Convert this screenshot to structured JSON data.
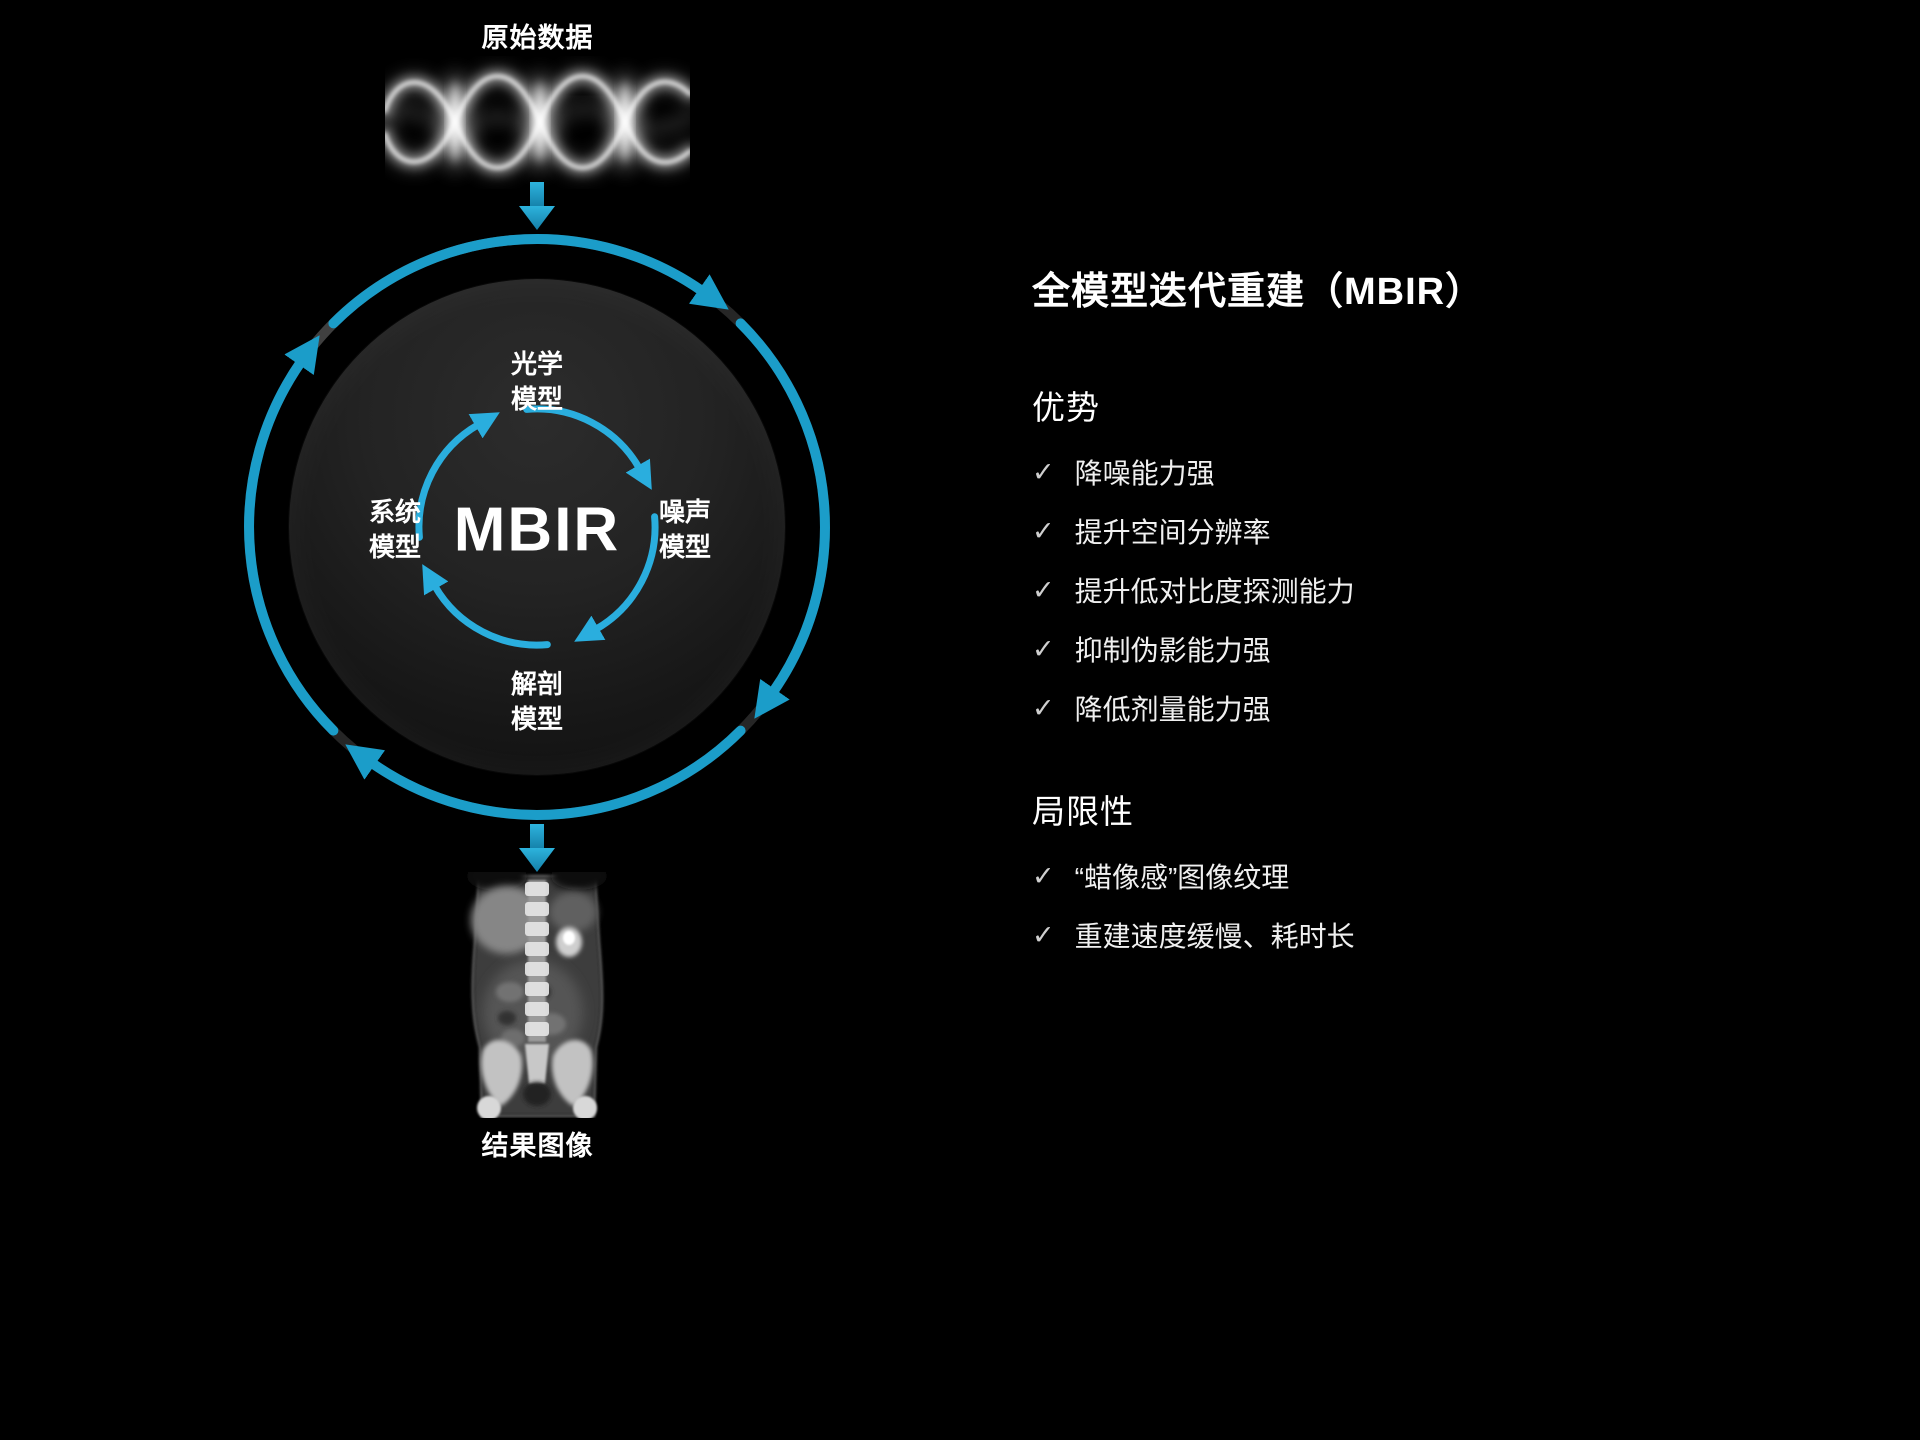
{
  "colors": {
    "background": "#000000",
    "accent": "#1b9dc9",
    "accent_light": "#2aaede",
    "text": "#f2f2f2",
    "check": "#cfcfcf"
  },
  "icons": {
    "check": "✓"
  },
  "diagram": {
    "raw_data_label": "原始数据",
    "result_label": "结果图像",
    "center_label": "MBIR",
    "models": {
      "top": [
        "光学",
        "模型"
      ],
      "right": [
        "噪声",
        "模型"
      ],
      "bottom": [
        "解剖",
        "模型"
      ],
      "left": [
        "系统",
        "模型"
      ]
    }
  },
  "panel": {
    "title": "全模型迭代重建（MBIR）",
    "advantages_heading": "优势",
    "advantages": [
      "降噪能力强",
      "提升空间分辨率",
      "提升低对比度探测能力",
      "抑制伪影能力强",
      "降低剂量能力强"
    ],
    "limitations_heading": "局限性",
    "limitations": [
      "“蜡像感”图像纹理",
      "重建速度缓慢、耗时长"
    ]
  }
}
